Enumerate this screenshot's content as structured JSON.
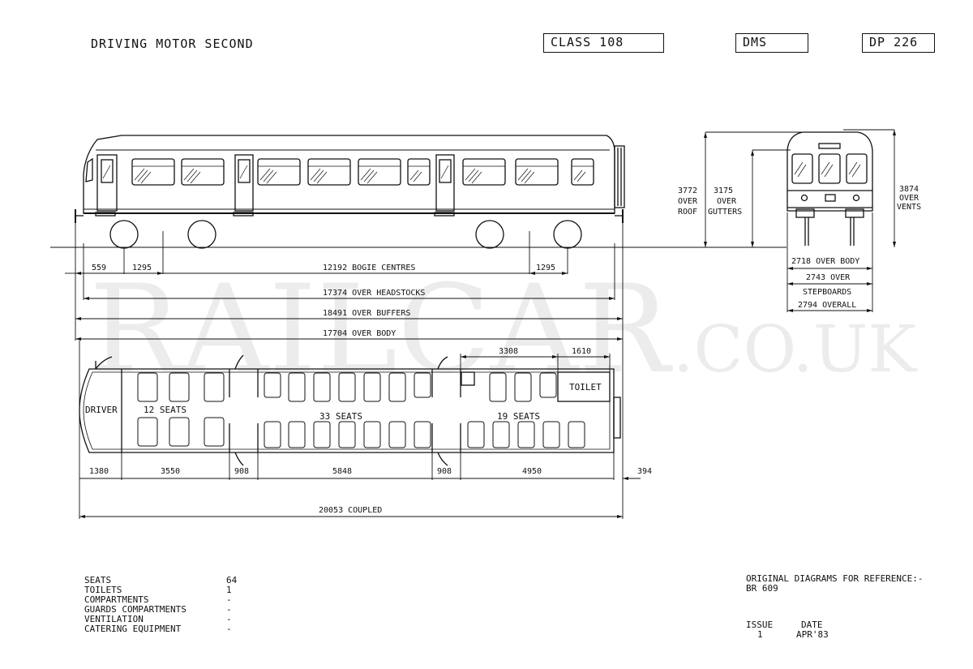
{
  "header": {
    "title": "DRIVING MOTOR SECOND",
    "class_box": "CLASS 108",
    "type_box": "DMS",
    "diagram_box": "DP 226"
  },
  "watermark": {
    "main": "RAILCAR",
    "suffix": ".CO.UK"
  },
  "side_view": {
    "dims": {
      "buffer_overhang": "559",
      "bogie_left": "1295",
      "bogie_centres": "12192 BOGIE CENTRES",
      "bogie_right": "1295",
      "over_headstocks": "17374 OVER HEADSTOCKS",
      "over_buffers": "18491 OVER BUFFERS",
      "over_body": "17704 OVER BODY"
    }
  },
  "end_view": {
    "over_roof": [
      "3772",
      "OVER",
      "ROOF"
    ],
    "over_gutters": [
      "3175",
      "OVER",
      "GUTTERS"
    ],
    "over_vents": [
      "3874",
      "OVER",
      "VENTS"
    ],
    "over_body": "2718 OVER BODY",
    "over_stepboards_1": "2743 OVER",
    "over_stepboards_2": "STEPBOARDS",
    "overall": "2794 OVERALL"
  },
  "plan_view": {
    "driver": "DRIVER",
    "seats_12": "12 SEATS",
    "seats_33": "33 SEATS",
    "seats_19": "19 SEATS",
    "toilet": "TOILET",
    "top_dims": [
      "3308",
      "1610"
    ],
    "bottom_dims": [
      "1380",
      "3550",
      "908",
      "5848",
      "908",
      "4950",
      "394"
    ],
    "coupled": "20053 COUPLED"
  },
  "summary": {
    "rows": [
      {
        "label": "SEATS",
        "value": "64"
      },
      {
        "label": "TOILETS",
        "value": "1"
      },
      {
        "label": "COMPARTMENTS",
        "value": "-"
      },
      {
        "label": "GUARDS COMPARTMENTS",
        "value": "-"
      },
      {
        "label": "VENTILATION",
        "value": "-"
      },
      {
        "label": "CATERING EQUIPMENT",
        "value": "-"
      }
    ]
  },
  "reference": {
    "line1": "ORIGINAL DIAGRAMS FOR REFERENCE:-",
    "line2": "BR 609",
    "issue_label": "ISSUE",
    "date_label": "DATE",
    "issue_value": "1",
    "date_value": "APR'83"
  }
}
